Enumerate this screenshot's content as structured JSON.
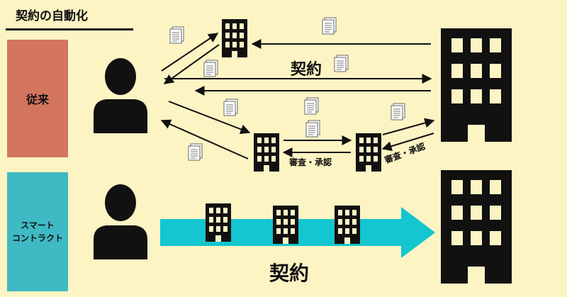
{
  "title": "契約の自動化",
  "traditional": {
    "label": "従来"
  },
  "smart_contract": {
    "label_line1": "スマート",
    "label_line2": "コントラクト"
  },
  "labels": {
    "contract_top": "契約",
    "contract_bottom": "契約",
    "review_1": "審査・承認",
    "review_2": "審査・承認"
  },
  "icons": [
    "person-icon",
    "building-icon",
    "large-building-icon",
    "document-icon",
    "arrow-icon"
  ],
  "colors": {
    "background": "#fdf4c4",
    "traditional_box": "#d4755f",
    "smart_box": "#3fb9c4",
    "big_arrow": "#14c6d0",
    "ink": "#111111"
  }
}
